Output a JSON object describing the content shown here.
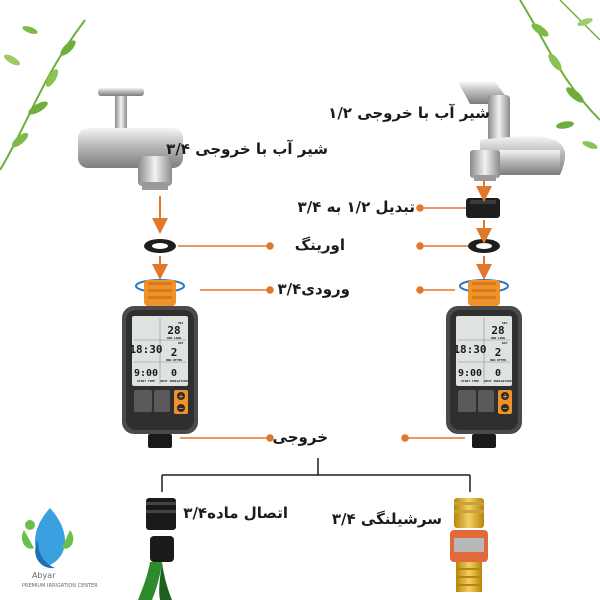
{
  "labels": {
    "right_faucet": "شیر آب با خروجی ۱/۲",
    "left_faucet": "شیر آب با خروجی ۳/۴",
    "adapter": "تبدیل ۱/۲ به ۳/۴",
    "oring": "اورینگ",
    "inlet": "ورودی۳/۴",
    "outlet": "خروجی",
    "male_connector": "اتصال ماده۳/۴",
    "hose_tip": "سرشیلنگی ۳/۴"
  },
  "timer_display": {
    "sec_tag": "SEC",
    "seconds": "28",
    "how_long": "HOW LONG",
    "clock": "18:30",
    "day_tag": "DAY",
    "days": "2",
    "how_often": "HOW OFTEN",
    "start": "9:00",
    "start_time": "START TIME",
    "next": "0",
    "next_irrigation": "NEXT IRRIGATION",
    "plus": "+",
    "minus": "−"
  },
  "logo": {
    "brand": "Abyar",
    "tagline": "PREMIUM IRRIGATION CENTER"
  },
  "colors": {
    "arrow": "#e0772b",
    "orange_part": "#f0922a",
    "ring_blue": "#2a77c2",
    "timer_body": "#4a4a4a",
    "lcd": "#dfe3df",
    "leaf": "#6fae3c"
  }
}
